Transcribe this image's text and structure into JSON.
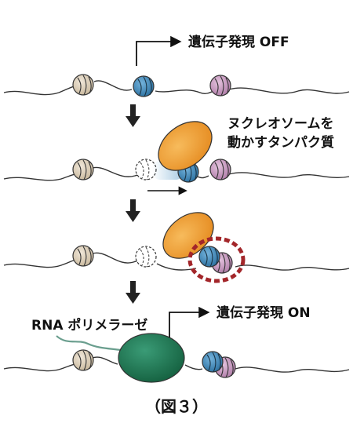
{
  "labels": {
    "gene_off": "遺伝子発現 OFF",
    "remodeler_line1": "ヌクレオソームを",
    "remodeler_line2": "動かすタンパク質",
    "rna_pol": "RNA ポリメラーゼ",
    "gene_on": "遺伝子発現 ON",
    "caption": "（図３）"
  },
  "colors": {
    "nucleosome_beige": "#d6c8b2",
    "nucleosome_blue": "#3b89bd",
    "nucleosome_pink": "#c79ac0",
    "remodeler_orange": "#f0a035",
    "rna_pol_green": "#1f7a5a",
    "highlight_red": "#a3262a",
    "dna_line": "#333333"
  },
  "icons": {
    "step_arrow": "down-arrow-icon",
    "tss_arrow": "right-bent-arrow-icon"
  }
}
